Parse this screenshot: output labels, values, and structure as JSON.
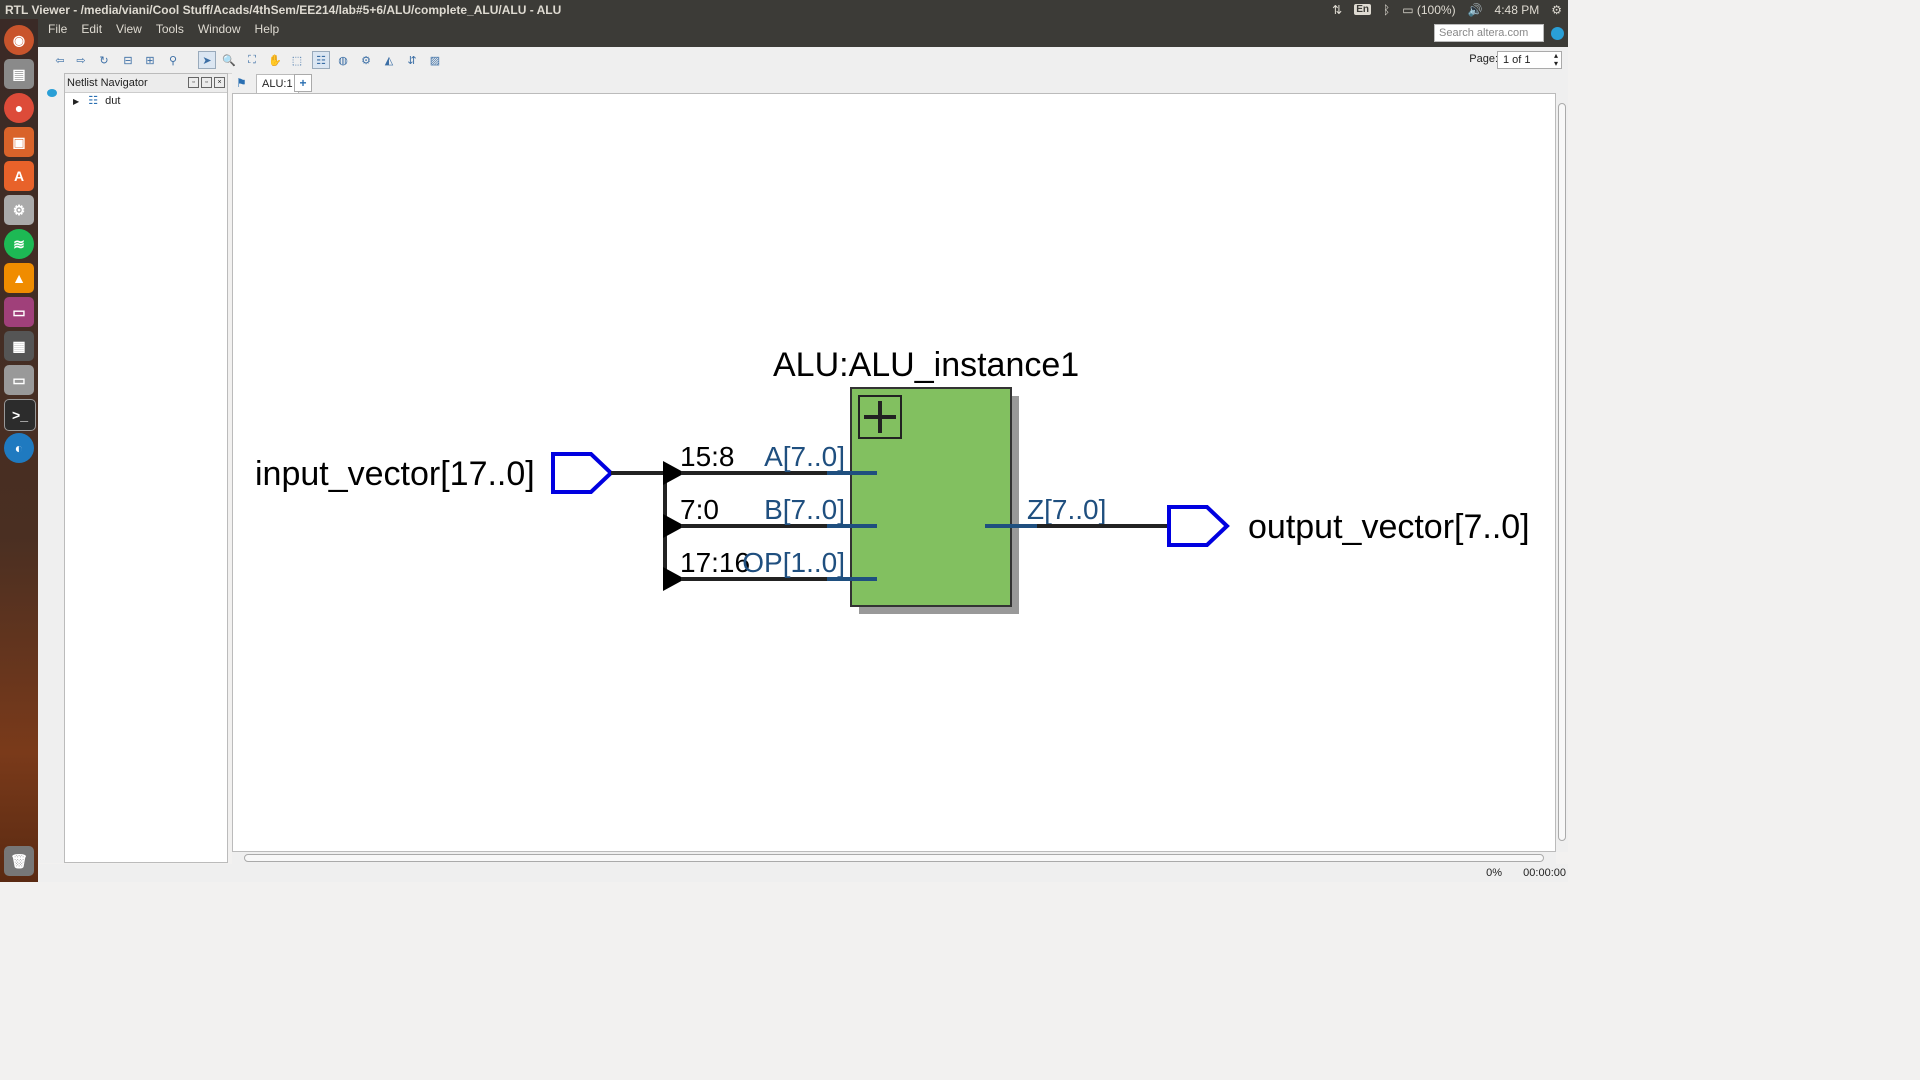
{
  "window": {
    "title": "RTL Viewer - /media/viani/Cool Stuff/Acads/4thSem/EE214/lab#5+6/ALU/complete_ALU/ALU - ALU"
  },
  "system": {
    "keyboard": "En",
    "battery": "(100%)",
    "clock": "4:48 PM"
  },
  "menu": [
    "File",
    "Edit",
    "View",
    "Tools",
    "Window",
    "Help"
  ],
  "search": {
    "placeholder": "Search altera.com"
  },
  "page": {
    "label": "Page:",
    "value": "1 of 1"
  },
  "navigator": {
    "title": "Netlist Navigator",
    "items": [
      "dut"
    ]
  },
  "tabs": [
    {
      "label": "ALU:1"
    }
  ],
  "schematic": {
    "input_port": "input_vector[17..0]",
    "output_port": "output_vector[7..0]",
    "instance": "ALU:ALU_instance1",
    "slices": [
      "15:8",
      "7:0",
      "17:16"
    ],
    "pins_in": [
      "A[7..0]",
      "B[7..0]",
      "OP[1..0]"
    ],
    "pin_out": "Z[7..0]",
    "block_color": "#82c060",
    "port_color": "#0000e0",
    "pin_color": "#1f4f7f"
  },
  "status": {
    "progress": "0%",
    "time": "00:00:00"
  }
}
